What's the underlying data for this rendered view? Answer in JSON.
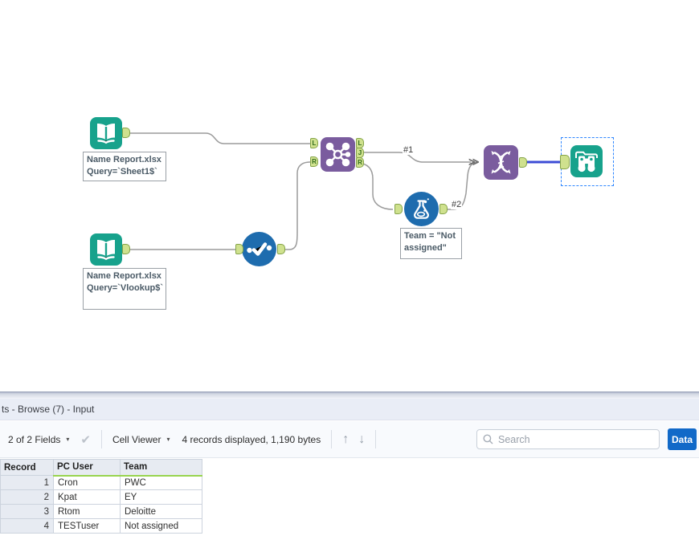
{
  "colors": {
    "tool_teal": "#17a28c",
    "tool_purple": "#7a5c9e",
    "tool_blue": "#1e6cae",
    "anchor_green": "#cfe18e",
    "wire_gray": "#9b9b9b",
    "selected_wire_blue": "#3c4cd6",
    "selection_border_blue": "#2e86ff",
    "data_button_blue": "#1169c8",
    "field_type_green": "#98d44e"
  },
  "icons": {
    "caret_down": "▾",
    "check": "✔",
    "arrow_up": "↑",
    "arrow_down": "↓",
    "union_multi_input": "≫"
  },
  "canvas": {
    "annotations": {
      "input1": [
        "Name Report.xlsx",
        "Query=`Sheet1$`"
      ],
      "input2": [
        "Name Report.xlsx",
        "Query=`Vlookup$`"
      ],
      "formula": [
        "Team = \"Not",
        "assigned\""
      ]
    },
    "connection_labels": {
      "join_to_union": "#1",
      "formula_to_union": "#2"
    },
    "join_anchors": {
      "in_left": "L",
      "in_right": "R",
      "out_left": "L",
      "out_join": "J",
      "out_right": "R"
    }
  },
  "results_panel": {
    "title": "ts - Browse (7) - Input",
    "toolbar": {
      "fields_dropdown": "2 of 2 Fields",
      "cell_viewer": "Cell Viewer",
      "records_info": "4 records displayed, 1,190 bytes",
      "search_placeholder": "Search",
      "data_button": "Data"
    },
    "table": {
      "columns": [
        "Record",
        "PC User",
        "Team"
      ],
      "rows": [
        [
          "1",
          "Cron",
          "PWC"
        ],
        [
          "2",
          "Kpat",
          "EY"
        ],
        [
          "3",
          "Rtom",
          "Deloitte"
        ],
        [
          "4",
          "TESTuser",
          "Not assigned"
        ]
      ]
    }
  }
}
